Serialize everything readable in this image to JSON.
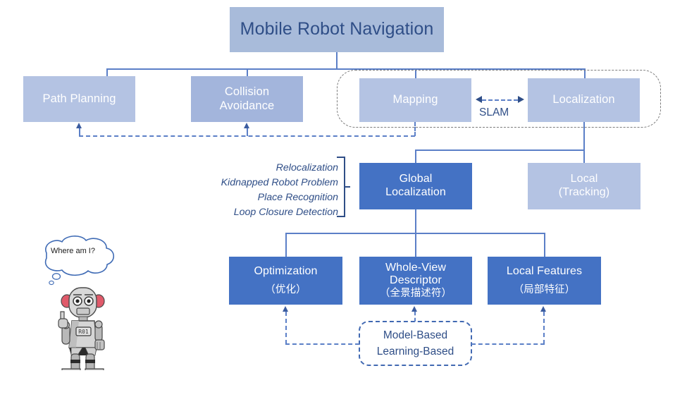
{
  "diagram": {
    "title": "Mobile Robot Navigation",
    "colors": {
      "light_blue": "#B4C3E3",
      "mid_blue": "#A3B5DC",
      "dark_blue": "#4472C4",
      "line_blue": "#5B7FC7",
      "text_blue": "#2F4E87",
      "gray_dash": "#7B7B7B"
    },
    "nodes": {
      "root": {
        "label": "Mobile Robot Navigation"
      },
      "path_planning": {
        "label": "Path Planning"
      },
      "collision_avoidance": {
        "line1": "Collision",
        "line2": "Avoidance"
      },
      "mapping": {
        "label": "Mapping"
      },
      "localization": {
        "label": "Localization"
      },
      "slam_group": {
        "label": "SLAM"
      },
      "global_localization": {
        "line1": "Global",
        "line2": "Localization"
      },
      "local_tracking": {
        "line1": "Local",
        "line2": "(Tracking)"
      },
      "optimization": {
        "line1": "Optimization",
        "line2": "（优化）"
      },
      "whole_view_descriptor": {
        "line1": "Whole-View",
        "line2": "Descriptor",
        "line3": "（全景描述符）"
      },
      "local_features": {
        "line1": "Local Features",
        "line2": "（局部特征）"
      },
      "model_learning": {
        "line1": "Model-Based",
        "line2": "Learning-Based"
      }
    },
    "annotations": {
      "global_localization_aliases": [
        "Relocalization",
        "Kidnapped Robot Problem",
        "Place Recognition",
        "Loop Closure Detection"
      ]
    },
    "robot": {
      "thought": "Where am I?",
      "chest_label": "R01"
    }
  }
}
